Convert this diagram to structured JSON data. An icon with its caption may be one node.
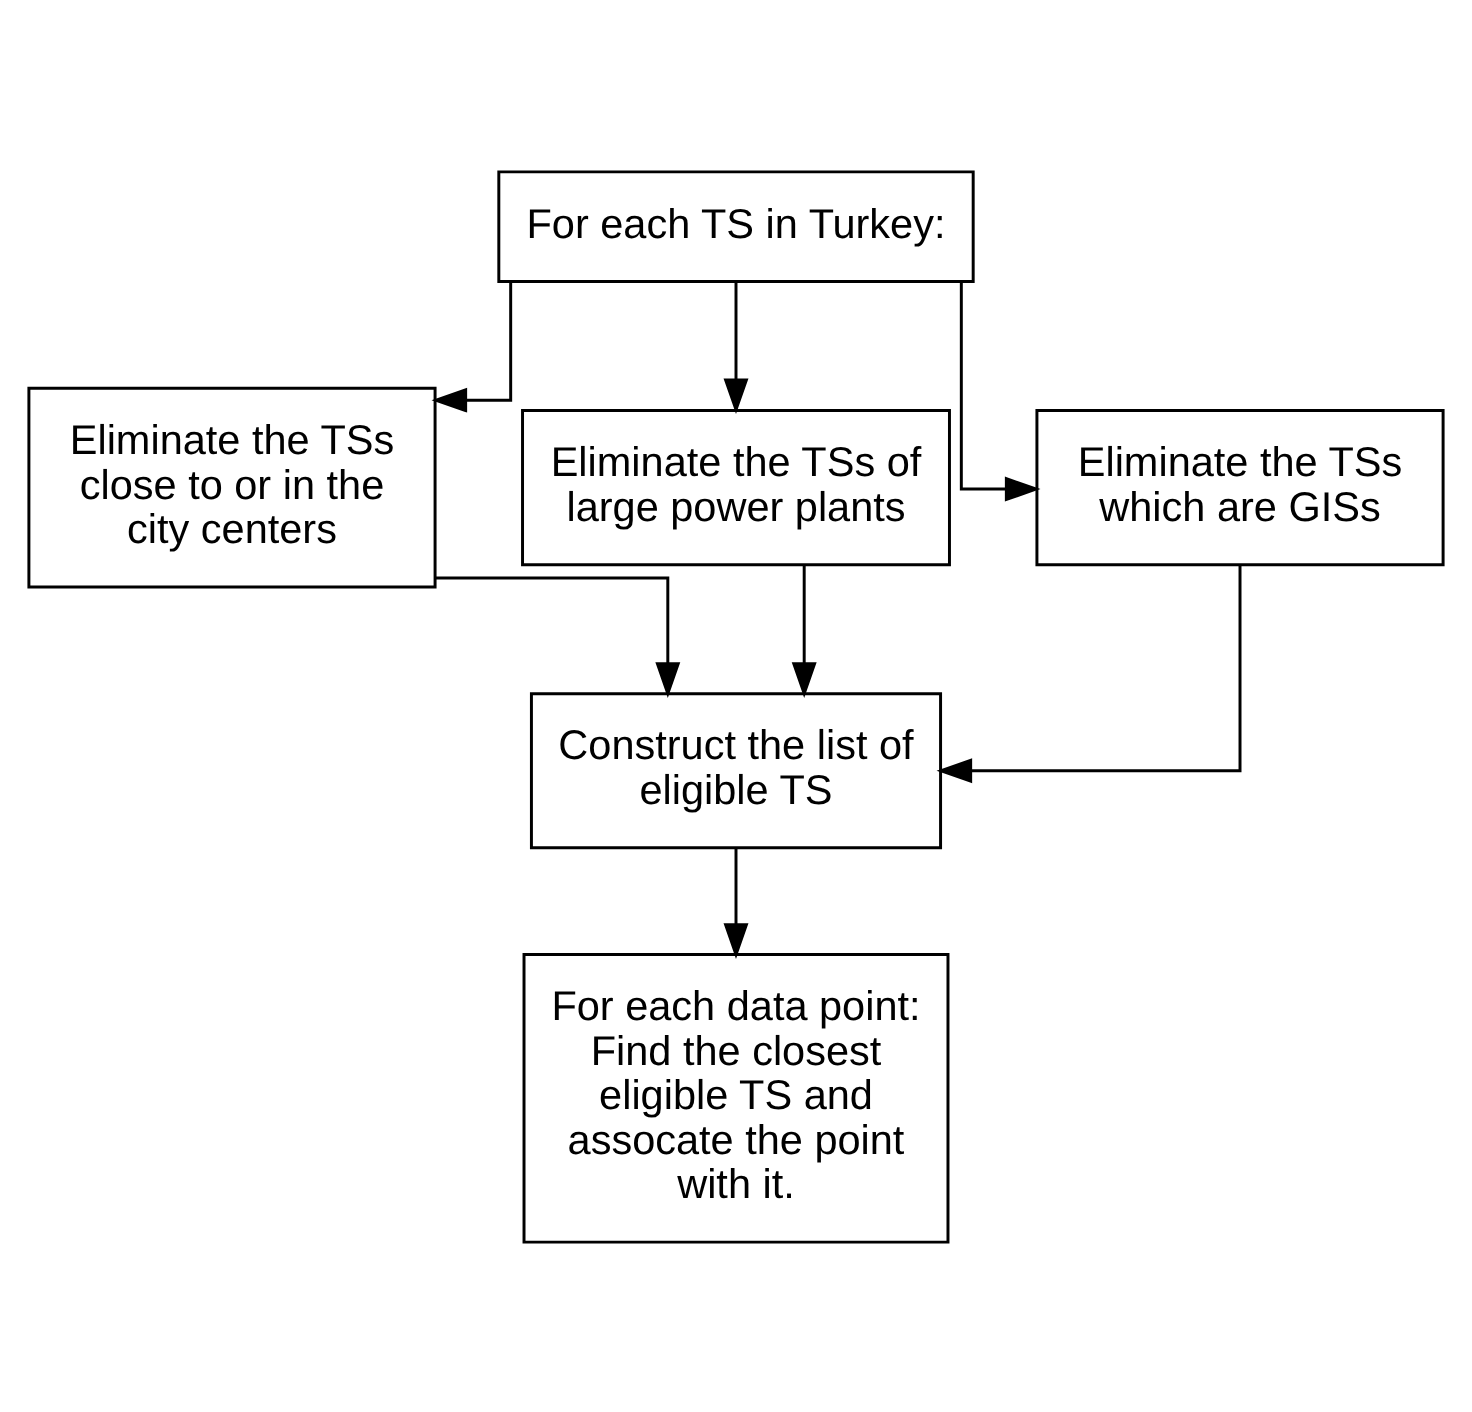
{
  "diagram": {
    "nodes": [
      {
        "text": [
          "For each TS in Turkey:"
        ]
      },
      {
        "text": [
          "Eliminate the TSs close to or in the city centers"
        ]
      },
      {
        "text": [
          "Eliminate the TSs of large power plants"
        ]
      },
      {
        "text": [
          "Eliminate the TSs which are GISs"
        ]
      },
      {
        "text": [
          "Construct the list of eligible TS"
        ]
      },
      {
        "text": [
          "For each data point:",
          "Find the closest eligible TS and assocate the point with it."
        ]
      }
    ],
    "edges": [
      {
        "from": 0,
        "to": 1,
        "arrow": "to"
      },
      {
        "from": 0,
        "to": 2,
        "arrow": "to"
      },
      {
        "from": 0,
        "to": 3,
        "arrow": "to"
      },
      {
        "from": 1,
        "to": 4,
        "arrow": "to"
      },
      {
        "from": 2,
        "to": 4,
        "arrow": "to"
      },
      {
        "from": 3,
        "to": 4,
        "arrow": "to"
      },
      {
        "from": 4,
        "to": 5,
        "arrow": "to"
      }
    ]
  }
}
